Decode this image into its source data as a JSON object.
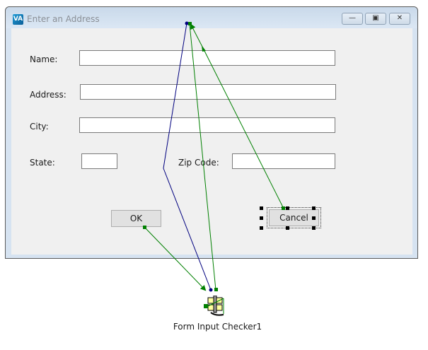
{
  "window": {
    "title": "Enter an Address",
    "icon": "app-va-icon",
    "controls": {
      "minimize": "—",
      "maximize": "▣",
      "close": "✕"
    }
  },
  "form": {
    "name_label": "Name:",
    "name_value": "",
    "address_label": "Address:",
    "address_value": "",
    "city_label": "City:",
    "city_value": "",
    "state_label": "State:",
    "state_value": "",
    "zip_label": "Zip Code:",
    "zip_value": "",
    "ok_label": "OK",
    "cancel_label": "Cancel"
  },
  "component": {
    "label": "Form Input Checker1",
    "icon": "form-checker-icon"
  },
  "colors": {
    "wire_blue": "#00007f",
    "wire_green": "#008000",
    "client_bg": "#f0f0f0",
    "frame_bg": "#d6e3f1"
  }
}
